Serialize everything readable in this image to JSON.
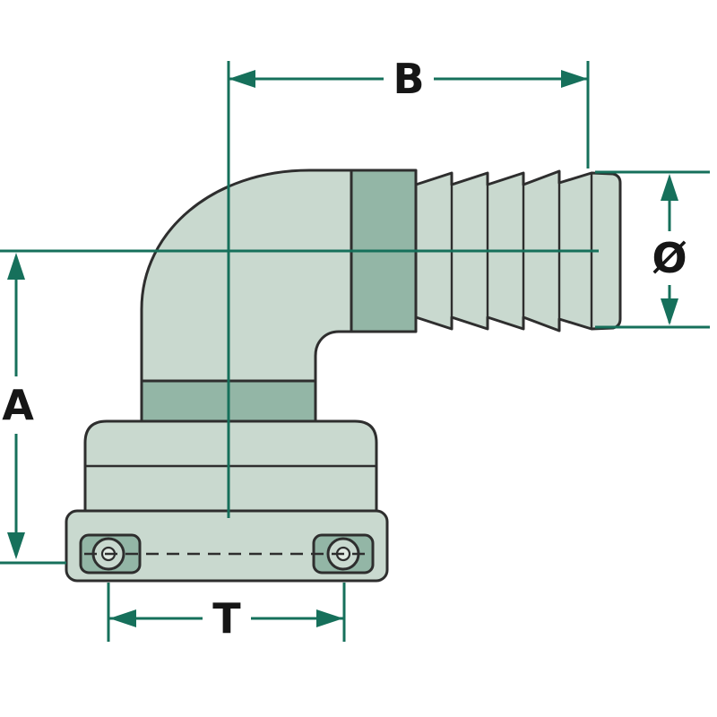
{
  "diagram": {
    "labels": {
      "B": "B",
      "A": "A",
      "T": "T",
      "diameter": "Ø"
    }
  },
  "colors": {
    "dimension": "#16705b",
    "label_text": "#161616",
    "part_fill": "#c9d9cf",
    "part_band": "#93b6a6",
    "part_inner": "#e2ebe4",
    "part_outline": "#2e2e2e",
    "background": "#ffffff"
  }
}
